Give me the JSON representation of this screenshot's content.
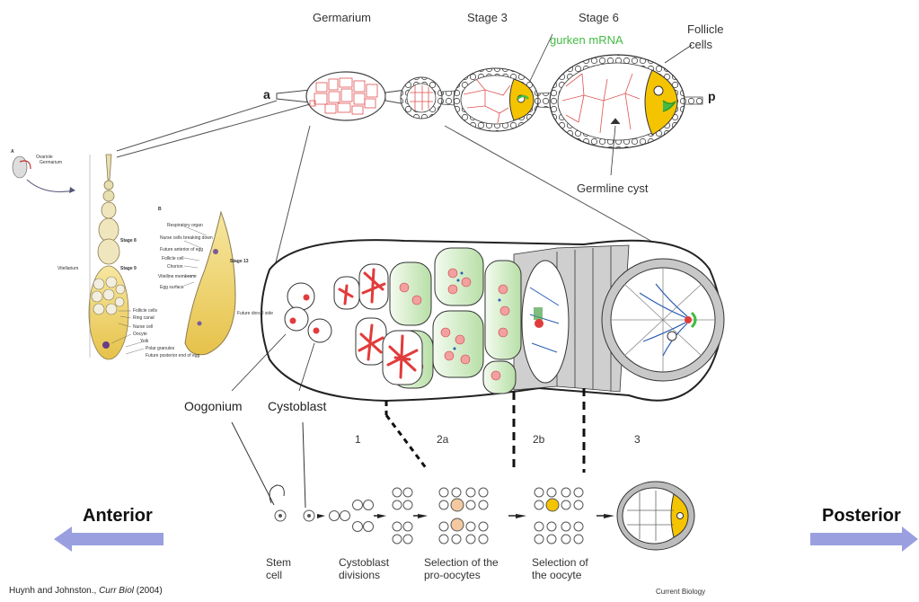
{
  "top_panel": {
    "germarium": "Germarium",
    "stage3": "Stage 3",
    "stage6": "Stage 6",
    "gurken": "gurken mRNA",
    "follicle_line1": "Follicle",
    "follicle_line2": "cells",
    "germline_cyst": "Germline cyst",
    "anterior_letter": "a",
    "posterior_letter": "p"
  },
  "left_panel": {
    "panel_a": "A",
    "panel_b": "B",
    "ovariole": "Ovariole",
    "germarium": "Germarium",
    "stage8": "Stage 8",
    "stage9": "Stage 9",
    "stage13": "Stage 13",
    "vitellarium": "Vitellarium",
    "labels_b": [
      "Respiratory organ",
      "Nurse cells breaking down",
      "Future anterior of egg",
      "Follicle cell",
      "Chorion",
      "Vitelline membrane",
      "Egg surface"
    ],
    "labels_a": [
      "Follicle cells",
      "Ring canal",
      "Nurse cell",
      "Oocyte",
      "Yolk",
      "Polar granules",
      "Future posterior end of egg"
    ],
    "future_dorsal": "Future dorsal side"
  },
  "middle": {
    "oogonium": "Oogonium",
    "cystoblast": "Cystoblast",
    "region_labels": [
      "1",
      "2a",
      "2b",
      "3"
    ]
  },
  "bottom": {
    "stem_cell": [
      "Stem",
      "cell"
    ],
    "divisions": [
      "Cystoblast",
      "divisions"
    ],
    "pro_oocytes": [
      "Selection of the",
      "pro-oocytes"
    ],
    "oocyte": [
      "Selection of",
      "the oocyte"
    ]
  },
  "axis": {
    "anterior": "Anterior",
    "posterior": "Posterior",
    "arrow_color": "#9a9fe0"
  },
  "colors": {
    "oocyte_yellow": "#f5c400",
    "mrna_green": "#44bb44",
    "cell_red": "#e23b3b",
    "follicle_grey": "#b5b5b5",
    "pro_oocyte_peach": "#f5c9a0",
    "fusome_blue": "#2a5db0",
    "follicle_green": "#5cb85c"
  },
  "citation": {
    "text": "Huynh and Johnston., ",
    "journal": "Curr Biol",
    "year": " (2004)"
  },
  "journal_credit": "Current Biology"
}
